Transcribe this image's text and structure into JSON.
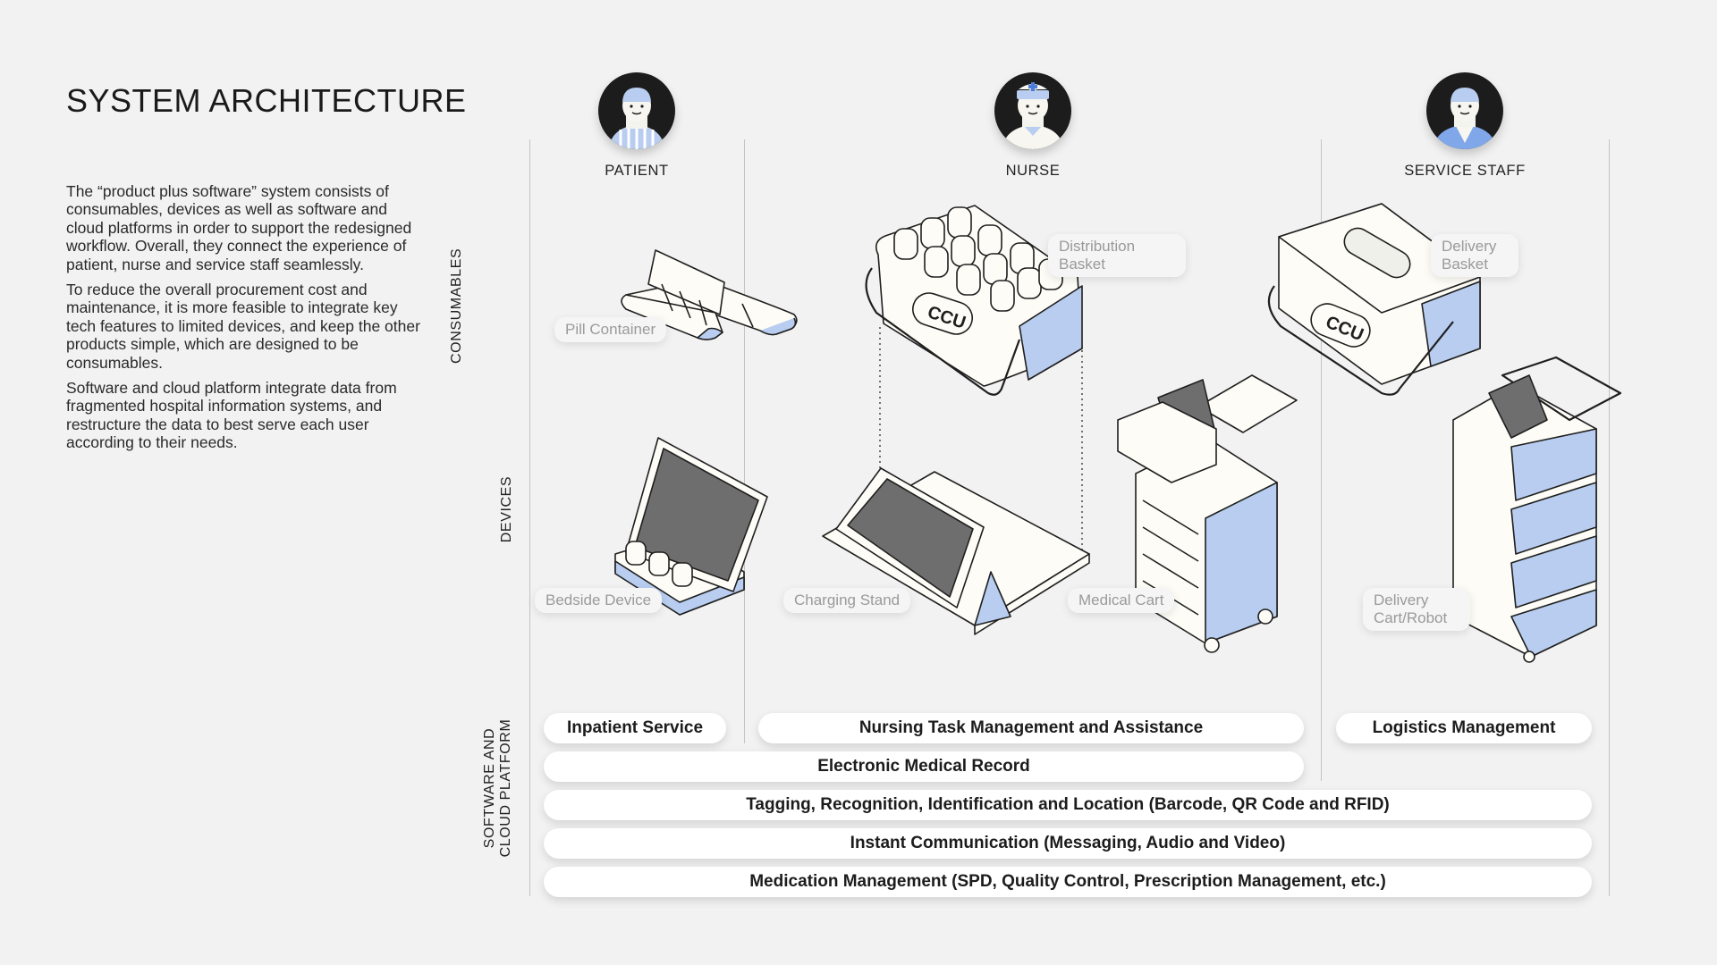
{
  "title": "SYSTEM ARCHITECTURE",
  "intro": {
    "p1": "The “product plus software” system consists of consumables, devices as well as software and cloud platforms in order to support the redesigned workflow. Overall, they connect the experience of patient, nurse and service staff seamlessly.",
    "p2": "To reduce the overall procurement cost and maintenance, it is more feasible to integrate key tech features to limited devices, and keep the other products simple, which are designed to be consumables.",
    "p3": "Software and cloud platform integrate data from fragmented hospital information systems, and restructure the data to best serve each user according to their needs."
  },
  "rows": {
    "consumables": "CONSUMABLES",
    "devices": "DEVICES",
    "software_line1": "SOFTWARE AND",
    "software_line2": "CLOUD PLATFORM"
  },
  "users": [
    {
      "label": "PATIENT",
      "icon": "patient-avatar-icon"
    },
    {
      "label": "NURSE",
      "icon": "nurse-avatar-icon"
    },
    {
      "label": "SERVICE STAFF",
      "icon": "service-staff-avatar-icon"
    }
  ],
  "consumables": {
    "pill_container": "Pill Container",
    "distribution_basket_line1": "Distribution",
    "distribution_basket_line2": "Basket",
    "delivery_basket_line1": "Delivery",
    "delivery_basket_line2": "Basket",
    "basket_badge": "CCU"
  },
  "devices": {
    "bedside_device": "Bedside Device",
    "charging_stand": "Charging Stand",
    "medical_cart": "Medical Cart",
    "delivery_cart_line1": "Delivery",
    "delivery_cart_line2": "Cart/Robot"
  },
  "software": {
    "inpatient_service": "Inpatient Service",
    "nursing_task": "Nursing Task Management and Assistance",
    "logistics": "Logistics Management",
    "emr": "Electronic Medical Record",
    "tagging": "Tagging, Recognition, Identification and Location (Barcode, QR Code and RFID)",
    "communication": "Instant Communication (Messaging, Audio and Video)",
    "medication": "Medication Management (SPD, Quality Control, Prescription Management, etc.)"
  },
  "colors": {
    "background": "#f2f2f2",
    "accent_blue": "#b8cdef",
    "product_white": "#fdfcf6",
    "outline": "#1f1f1f",
    "screen": "#6e6e6e"
  }
}
